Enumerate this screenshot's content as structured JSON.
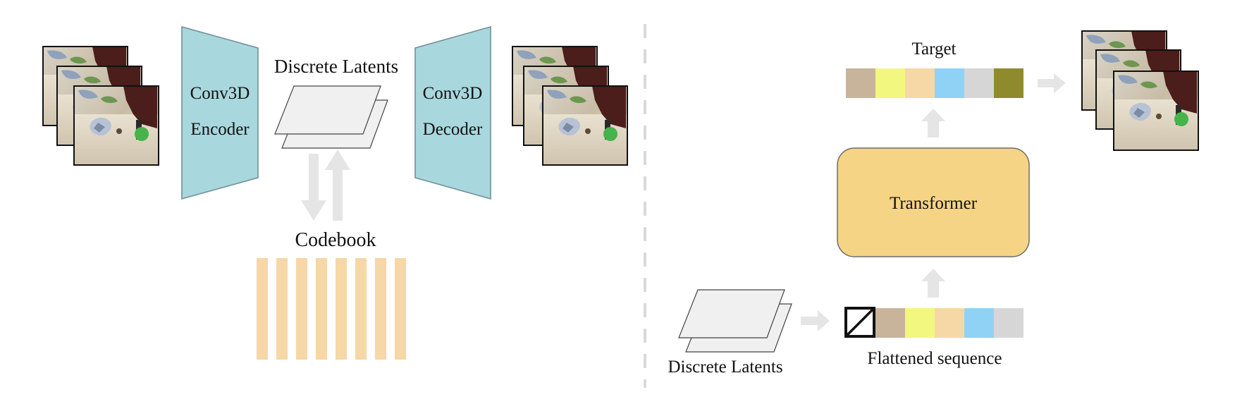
{
  "left_panel": {
    "encoder_label": [
      "Conv3D",
      "Encoder"
    ],
    "decoder_label": [
      "Conv3D",
      "Decoder"
    ],
    "latents_label": "Discrete Latents",
    "codebook_label": "Codebook"
  },
  "right_panel": {
    "target_label": "Target",
    "transformer_label": "Transformer",
    "latents_label": "Discrete Latents",
    "sequence_label": "Flattened sequence"
  },
  "colors": {
    "conv_fill": "#a9d7de",
    "conv_stroke": "#6f8f95",
    "transformer_fill": "#f6d485",
    "codebook_fill": "#f6d7a6",
    "arrow": "#e5e5e5",
    "divider": "#d9d9d9",
    "token_1": "#c8b49b",
    "token_2": "#f2f77f",
    "token_3": "#f6d7a6",
    "token_4": "#8fd2f6",
    "token_5": "#d6d6d6",
    "token_6": "#8f8b2d"
  },
  "icons": {
    "frames": "video-frames-icon",
    "latent_planes": "stacked-planes-icon",
    "start_token": "start-token-icon"
  }
}
